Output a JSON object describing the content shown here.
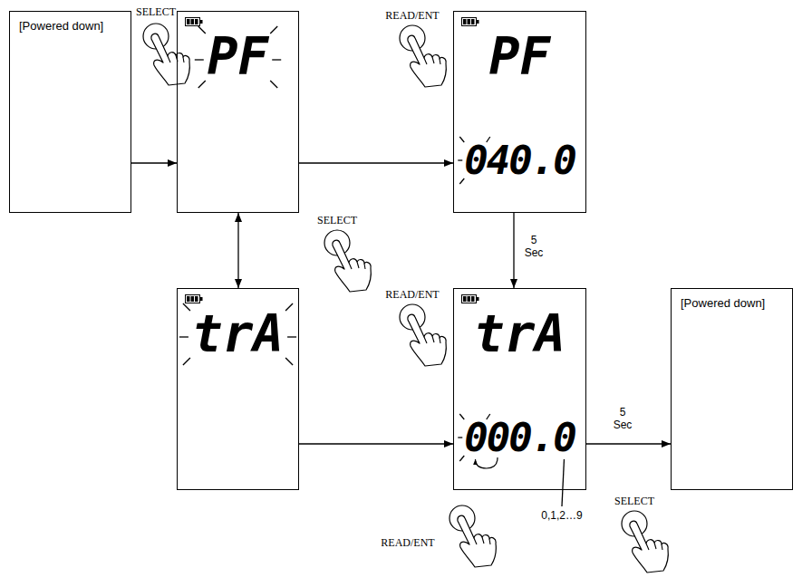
{
  "diagram": {
    "nodes": [
      {
        "text": [
          "[Powered down]"
        ]
      },
      {
        "text": [
          "PF"
        ]
      },
      {
        "text": [
          "PF",
          "040.0"
        ]
      },
      {
        "text": [
          "trA"
        ]
      },
      {
        "text": [
          "trA",
          "000.0"
        ]
      },
      {
        "text": [
          "[Powered down]"
        ]
      }
    ],
    "edges": [
      {
        "from": 0,
        "to": 1,
        "arrow": "to"
      },
      {
        "from": 1,
        "to": 2,
        "arrow": "to"
      },
      {
        "from": 1,
        "to": 3,
        "arrow": "both"
      },
      {
        "from": 2,
        "to": 4,
        "arrow": "to",
        "label": "5 Sec"
      },
      {
        "from": 3,
        "to": 4,
        "arrow": "to"
      },
      {
        "from": 4,
        "to": 5,
        "arrow": "to",
        "label": "5 Sec"
      }
    ],
    "labels": [
      "SELECT",
      "READ/ENT",
      "SELECT",
      "READ/ENT",
      "READ/ENT",
      "SELECT",
      "0,1,2…9"
    ]
  }
}
